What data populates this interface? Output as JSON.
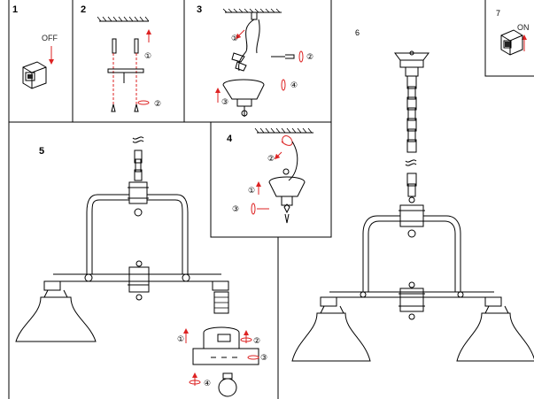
{
  "steps": [
    {
      "num": "1",
      "label": "OFF"
    },
    {
      "num": "2"
    },
    {
      "num": "3"
    },
    {
      "num": "4"
    },
    {
      "num": "5"
    },
    {
      "num": "6"
    },
    {
      "num": "7",
      "label": "ON"
    }
  ],
  "callouts": {
    "c1": "①",
    "c2": "②",
    "c3": "③",
    "c4": "④"
  },
  "colors": {
    "line": "#000000",
    "accent": "#dd2222"
  }
}
